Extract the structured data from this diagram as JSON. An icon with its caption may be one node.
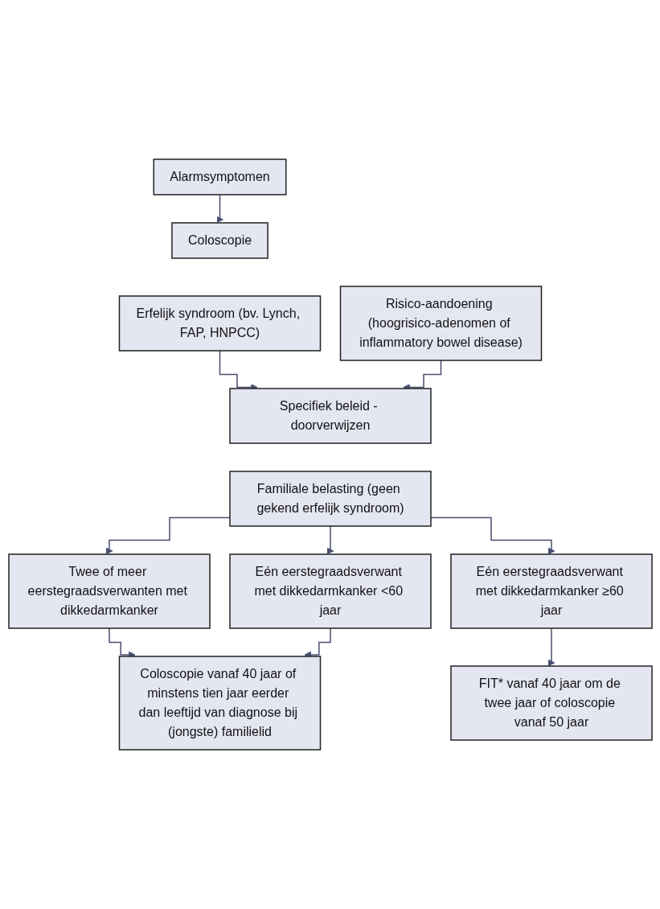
{
  "diagram": {
    "nodes": [
      {
        "text": [
          "Alarmsymptomen"
        ]
      },
      {
        "text": [
          "Coloscopie"
        ]
      },
      {
        "text": [
          "Erfelijk syndroom (bv. Lynch, FAP, HNPCC)"
        ]
      },
      {
        "text": [
          "Risico-aandoening (hoogrisico-adenomen of inflammatory bowel disease)"
        ]
      },
      {
        "text": [
          "Specifiek beleid - doorverwijzen"
        ]
      },
      {
        "text": [
          "Familiale belasting (geen gekend erfelijk syndroom)"
        ]
      },
      {
        "text": [
          "Twee of meer eerstegraadsverwanten met dikkedarmkanker"
        ]
      },
      {
        "text": [
          "Eén eerstegraadsverwant met dikkedarmkanker <60 jaar"
        ]
      },
      {
        "text": [
          "Coloscopie vanaf 40 jaar of minstens tien jaar eerder dan leeftijd van diagnose bij (jongste) familielid"
        ]
      },
      {
        "text": [
          "Eén eerstegraadsverwant met dikkedarmkanker ≥60 jaar"
        ]
      },
      {
        "text": [
          "FIT* vanaf 40 jaar om de twee jaar of coloscopie vanaf 50 jaar"
        ]
      }
    ],
    "edges": [
      {
        "from": 0,
        "to": 1,
        "arrow": "to"
      },
      {
        "from": 2,
        "to": 4,
        "arrow": "to"
      },
      {
        "from": 3,
        "to": 4,
        "arrow": "to"
      },
      {
        "from": 5,
        "to": 6,
        "arrow": "to"
      },
      {
        "from": 5,
        "to": 7,
        "arrow": "to"
      },
      {
        "from": 5,
        "to": 9,
        "arrow": "to"
      },
      {
        "from": 6,
        "to": 8,
        "arrow": "to"
      },
      {
        "from": 7,
        "to": 8,
        "arrow": "to"
      },
      {
        "from": 9,
        "to": 10,
        "arrow": "to"
      }
    ]
  }
}
